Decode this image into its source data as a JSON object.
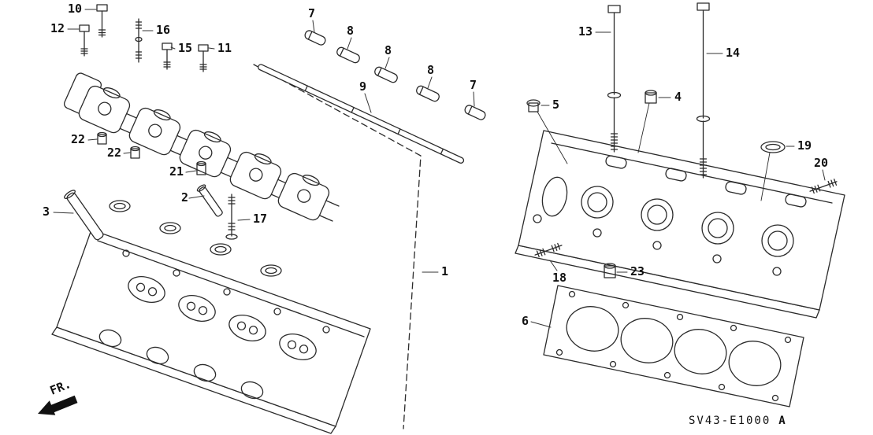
{
  "diagram": {
    "code": "SV43-E1000",
    "code_suffix": "A",
    "fr_label": "FR.",
    "callouts": [
      {
        "label": "10"
      },
      {
        "label": "12"
      },
      {
        "label": "16"
      },
      {
        "label": "15"
      },
      {
        "label": "11"
      },
      {
        "label": "7"
      },
      {
        "label": "8"
      },
      {
        "label": "8"
      },
      {
        "label": "8"
      },
      {
        "label": "9"
      },
      {
        "label": "7"
      },
      {
        "label": "13"
      },
      {
        "label": "14"
      },
      {
        "label": "4"
      },
      {
        "label": "5"
      },
      {
        "label": "19"
      },
      {
        "label": "20"
      },
      {
        "label": "22"
      },
      {
        "label": "22"
      },
      {
        "label": "21"
      },
      {
        "label": "2"
      },
      {
        "label": "3"
      },
      {
        "label": "17"
      },
      {
        "label": "1"
      },
      {
        "label": "18"
      },
      {
        "label": "23"
      },
      {
        "label": "6"
      }
    ]
  },
  "colors": {
    "ink": "#2b2b2b",
    "label": "#111111",
    "background": "#ffffff"
  }
}
